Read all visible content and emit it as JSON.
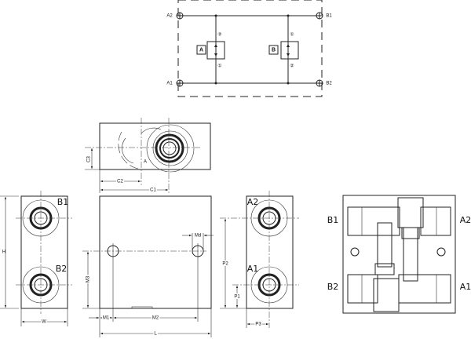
{
  "schematic": {
    "ports": {
      "a2": "A2",
      "b1": "B1",
      "a1": "A1",
      "b2": "B2"
    },
    "valve_a": {
      "label": "A",
      "top": "②",
      "bottom": "①"
    },
    "valve_b": {
      "label": "B",
      "top": "①",
      "bottom": "②"
    }
  },
  "top_view": {
    "dims": {
      "c1": "C1",
      "c2": "C2",
      "c3": "C3"
    },
    "mark": "A"
  },
  "left_view": {
    "ports": {
      "top": "B1",
      "bottom": "B2"
    },
    "dims": {
      "h": "H",
      "w": "W"
    }
  },
  "front_view": {
    "dims": {
      "md": "Md",
      "m1": "M1",
      "m2": "M2",
      "m3": "M3",
      "l": "L"
    }
  },
  "right_view": {
    "ports": {
      "top": "A2",
      "bottom": "A1"
    },
    "dims": {
      "p1": "P1",
      "p2": "P2",
      "p3": "P3"
    }
  },
  "section_view": {
    "ports": {
      "top_left": "B1",
      "top_right": "A2",
      "bottom_left": "B2",
      "bottom_right": "A1"
    }
  }
}
